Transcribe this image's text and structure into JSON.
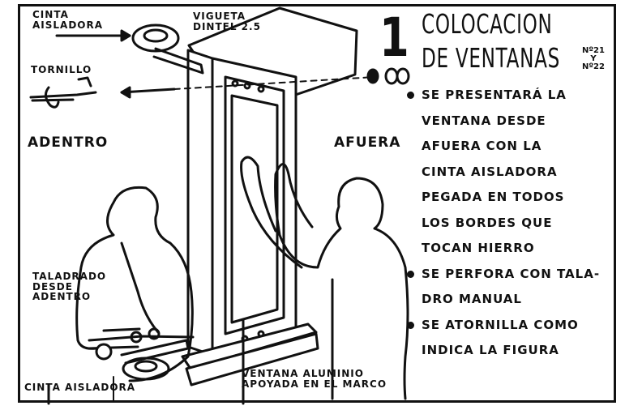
{
  "figure_number": "1",
  "title_line1": "COLOCACION",
  "title_line2": "DE VENTANAS",
  "plan_refs": "Nº21\nY\nNº22",
  "labels": {
    "cinta_aisladora_top": "CINTA\nAISLADORA",
    "vigueta": "VIGUETA\nDINTEL 2.5",
    "tornillo": "TORNILLO",
    "adentro": "ADENTRO",
    "afuera": "AFUERA",
    "taladrado": "TALADRADO\nDESDE\nADENTRO",
    "cinta_aisladora_bottom": "CINTA AISLADORA",
    "ventana": "VENTANA ALUMINIO\nAPOYADA EN EL MARCO"
  },
  "instructions": [
    "SE PRESENTARÁ LA\nVENTANA DESDE\nAFUERA CON LA\nCINTA AISLADORA\nPEGADA EN TODOS\nLOS BORDES QUE\nTOCAN HIERRO",
    "SE PERFORA CON TALA-\nDRO MANUAL",
    "SE ATORNILLA COMO\nINDICA LA FIGURA"
  ]
}
